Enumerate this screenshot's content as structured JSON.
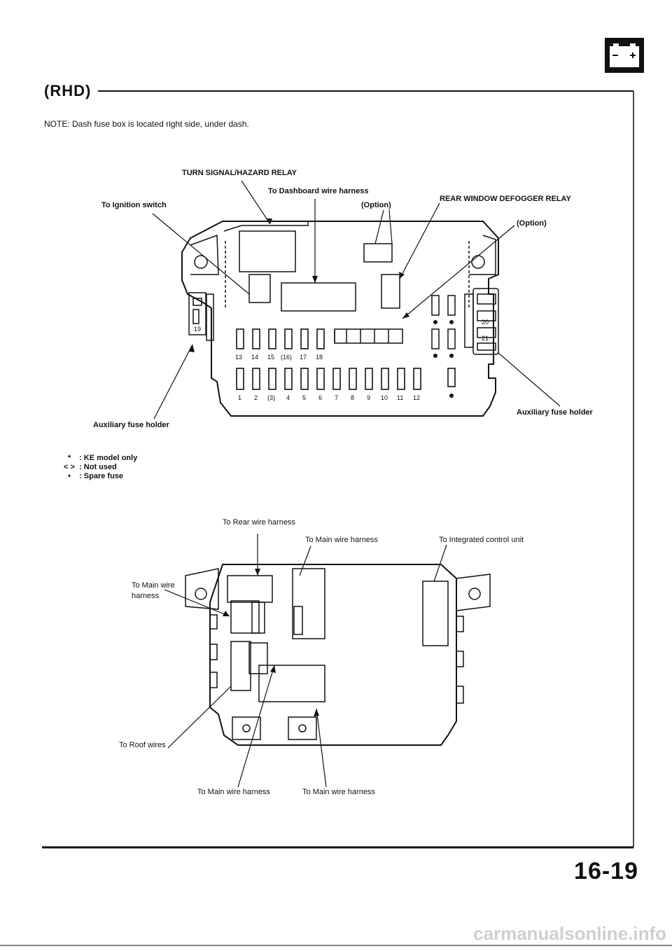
{
  "header": {
    "title": "(RHD)",
    "note": "NOTE: Dash fuse box is located right side, under dash."
  },
  "top_diagram": {
    "labels": {
      "turn_signal": "TURN SIGNAL/HAZARD RELAY",
      "dashboard": "To Dashboard wire harness",
      "ignition": "To Ignition switch",
      "option1": "(Option)",
      "rear_window": "REAR WINDOW DEFOGGER RELAY",
      "option2": "(Option)",
      "aux_left": "Auxiliary fuse holder",
      "aux_right": "Auxiliary fuse holder"
    },
    "fuse_row_top": [
      "13",
      "14",
      "15",
      "(16)",
      "17",
      "18"
    ],
    "fuse_row_bottom": [
      "1",
      "2",
      "(3)",
      "4",
      "5",
      "6",
      "7",
      "8",
      "9",
      "10",
      "11",
      "12"
    ],
    "aux_right_numbers": [
      "20",
      "21"
    ],
    "aux_left_number": "19"
  },
  "legend": [
    {
      "symbol": "*",
      "text": ": KE model only"
    },
    {
      "symbol": "< >",
      "text": ": Not used"
    },
    {
      "symbol": "•",
      "text": ": Spare fuse"
    }
  ],
  "bottom_diagram": {
    "labels": {
      "rear": "To Rear wire harness",
      "main_top": "To Main wire harness",
      "integrated": "To Integrated control unit",
      "main_left_1": "To Main wire",
      "main_left_2": "harness",
      "roof": "To Roof wires",
      "main_bottom_1": "To Main wire harness",
      "main_bottom_2": "To Main wire harness"
    }
  },
  "footer": {
    "page_number": "16-19",
    "watermark": "carmanualsonline.info"
  },
  "icons": {
    "battery": "battery-icon"
  }
}
